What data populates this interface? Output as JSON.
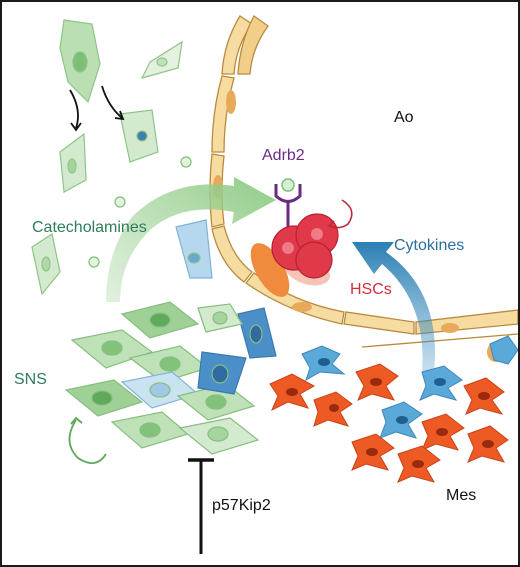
{
  "labels": {
    "ao": "Ao",
    "adrb2": "Adrb2",
    "catecholamines": "Catecholamines",
    "cytokines": "Cytokines",
    "hscs": "HSCs",
    "sns": "SNS",
    "mes": "Mes",
    "p57kip2": "p57Kip2"
  },
  "colors": {
    "sns_green": "#2e7d5b",
    "adrb2_purple": "#6a2a85",
    "cytokine_blue": "#2b6f9e",
    "hsc_red": "#d32d3c",
    "aorta_wall": "#f6dca0",
    "aorta_outline": "#b98a3e",
    "mes_orange": "#ee5a24",
    "mes_blue": "#5aa9d8"
  },
  "icons": [
    "catecholamine-arrow",
    "cytokine-arrow",
    "inhibition-bar",
    "self-renewal-arrow",
    "adrb2-receptor"
  ]
}
